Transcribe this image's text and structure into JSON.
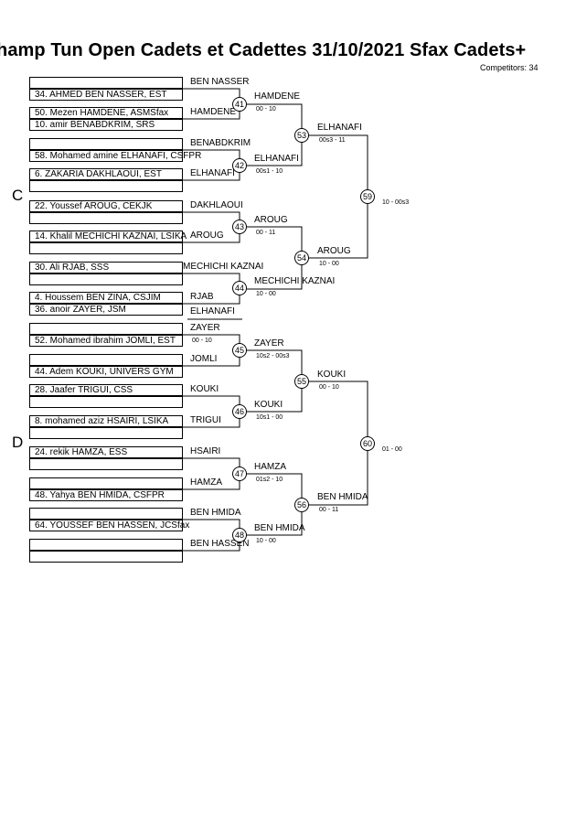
{
  "title": "hamp Tun Open Cadets et Cadettes  31/10/2021  Sfax   Cadets+",
  "competitors": "Competitors: 34",
  "pools": [
    "C",
    "D"
  ],
  "entries": [
    "",
    "34. AHMED BEN NASSER, EST",
    "50. Mezen HAMDENE, ASMSfax",
    "10. amir BENABDKRIM, SRS",
    "",
    "58. Mohamed amine ELHANAFI, CSFPR",
    "6. ZAKARIA DAKHLAOUI, EST",
    "",
    "22. Youssef AROUG, CEKJK",
    "",
    "14. Khalil MECHICHI KAZNAI, LSIKA",
    "",
    "30. Ali RJAB, SSS",
    "",
    "4. Houssem BEN ZINA, CSJIM",
    "36. anoir ZAYER, JSM",
    "",
    "52. Mohamed ibrahim JOMLI, EST",
    "",
    "44. Adem KOUKI, UNIVERS GYM",
    "28. Jaafer TRIGUI, CSS",
    "",
    "8. mohamed aziz HSAIRI, LSIKA",
    "",
    "24. rekik HAMZA, ESS",
    "",
    "",
    "48. Yahya BEN HMIDA, CSFPR",
    "",
    "64. YOUSSEF BEN HASSEN, JCSfax"
  ],
  "r1_labels": [
    "BEN NASSER",
    "HAMDENE",
    "BENABDKRIM",
    "ELHANAFI",
    "DAKHLAOUI",
    "AROUG",
    "MECHICHI KAZNAI",
    "RJAB",
    "ELHANAFI",
    "ZAYER",
    "JOMLI",
    "KOUKI",
    "TRIGUI",
    "HSAIRI",
    "HAMZA",
    "BEN HMIDA",
    "BEN HASSEN"
  ],
  "r1_scores": [
    "00 - 10"
  ],
  "matches": {
    "m41": {
      "num": "41",
      "winner": "HAMDENE",
      "score": "00 - 10"
    },
    "m42": {
      "num": "42",
      "winner": "ELHANAFI",
      "score": "00s1 - 10"
    },
    "m43": {
      "num": "43",
      "winner": "AROUG",
      "score": "00 - 11"
    },
    "m44": {
      "num": "44",
      "winner": "MECHICHI KAZNAI",
      "score": "10 - 00"
    },
    "m45": {
      "num": "45",
      "winner": "ZAYER",
      "score": "10s2 - 00s3"
    },
    "m46": {
      "num": "46",
      "winner": "KOUKI",
      "score": "10s1 - 00"
    },
    "m47": {
      "num": "47",
      "winner": "HAMZA",
      "score": "01s2 - 10"
    },
    "m48": {
      "num": "48",
      "winner": "BEN HMIDA",
      "score": "10 - 00"
    },
    "m53": {
      "num": "53",
      "winner": "ELHANAFI",
      "score": "00s3 - 11"
    },
    "m54": {
      "num": "54",
      "winner": "AROUG",
      "score": "10 - 00"
    },
    "m55": {
      "num": "55",
      "winner": "KOUKI",
      "score": "00 - 10"
    },
    "m56": {
      "num": "56",
      "winner": "BEN HMIDA",
      "score": "00 - 11"
    },
    "m59": {
      "num": "59",
      "score": "10 - 00s3"
    },
    "m60": {
      "num": "60",
      "score": "01 - 00"
    }
  }
}
